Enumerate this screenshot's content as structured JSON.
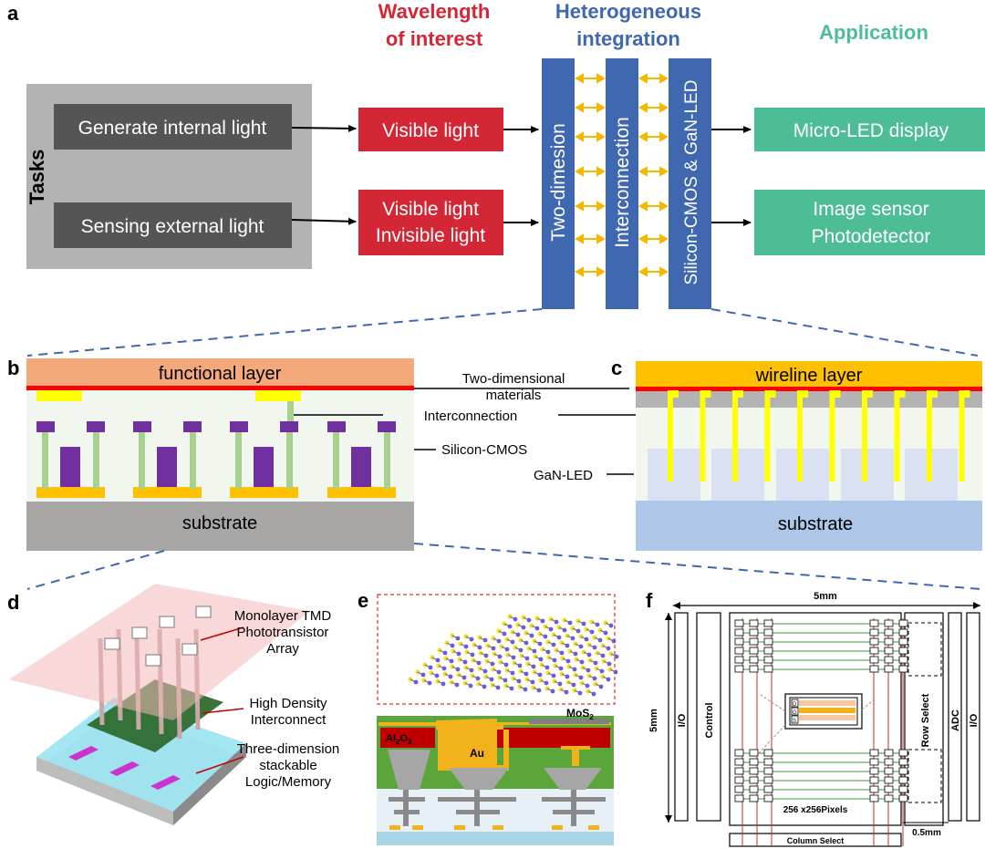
{
  "panels": {
    "a": "a",
    "b": "b",
    "c": "c",
    "d": "d",
    "e": "e",
    "f": "f"
  },
  "headers": {
    "wavelength": [
      "Wavelength",
      "of interest"
    ],
    "hetero": [
      "Heterogeneous",
      "integration"
    ],
    "application": "Application"
  },
  "tasks": {
    "label": "Tasks",
    "generate": "Generate internal light",
    "sensing": "Sensing external light"
  },
  "wavelength_boxes": {
    "visible": "Visible light",
    "visible2": "Visible light",
    "invisible": "Invisible light"
  },
  "integration_bars": {
    "two_dim": "Two-dimesion",
    "interconnection": "Interconnection",
    "si_gan": "Silicon-CMOS & GaN-LED"
  },
  "applications": {
    "display": "Micro-LED display",
    "sensor": "Image sensor",
    "photodetector": "Photodetector"
  },
  "panel_b": {
    "top": "functional layer",
    "bottom": "substrate"
  },
  "panel_c": {
    "top": "wireline layer",
    "bottom": "substrate"
  },
  "callouts": {
    "two_dim": [
      "Two-dimensional",
      "materials"
    ],
    "interconnection": "Interconnection",
    "si_cmos": "Silicon-CMOS",
    "gan_led": "GaN-LED"
  },
  "panel_d": {
    "tmd": [
      "Monolayer TMD",
      "Phototransistor",
      "Array"
    ],
    "interconnect": [
      "High Density",
      "Interconnect"
    ],
    "logic": [
      "Three-dimension",
      "stackable",
      "Logic/Memory"
    ]
  },
  "panel_e": {
    "al2o3": "Al",
    "al_sub1": "2",
    "al_o": "O",
    "al_sub2": "3",
    "au": "Au",
    "mos2": "MoS",
    "mos_sub": "2"
  },
  "panel_f": {
    "width": "5mm",
    "height": "5mm",
    "io_left": "I/O",
    "control": "Control",
    "row_select": "Row Select",
    "adc": "ADC",
    "io_right": "I/O",
    "pixels": "256  x256Pixels",
    "column_select": "Column Select",
    "gap": "0.5mm",
    "d": "D",
    "g": "G",
    "s": "S"
  },
  "colors": {
    "red": "#d42736",
    "blue": "#3f68b0",
    "teal": "#4cbd94",
    "gray_box": "#b3b3b3",
    "dark_box": "#555555",
    "orange": "#f4a97d",
    "yellow": "#ffc000",
    "purple": "#7030a0"
  }
}
